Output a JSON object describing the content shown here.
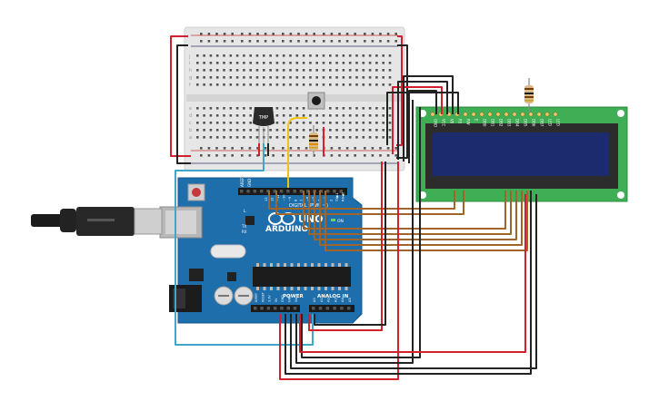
{
  "arduino": {
    "brand": "ARDUINO",
    "model": "UNO",
    "header_digital": "DIGITAL (PWM ~)",
    "header_power": "POWER",
    "header_analog": "ANALOG IN",
    "on_label": "ON",
    "l_label": "L",
    "tx_label": "TX",
    "rx_label": "RX",
    "aref": "AREF",
    "gnd": "GND",
    "digital_pins": [
      "13",
      "12",
      "~11",
      "~10",
      "~9",
      "8",
      "7",
      "~6",
      "~5",
      "4",
      "~3",
      "2",
      "TX▶1",
      "RX◀0"
    ],
    "power_pins": [
      "IOREF",
      "RESET",
      "3.3V",
      "5V",
      "GND",
      "GND",
      "Vin"
    ],
    "analog_pins": [
      "A0",
      "A1",
      "A2",
      "A3",
      "A4",
      "A5"
    ]
  },
  "sensor": {
    "label": "TMP"
  },
  "lcd": {
    "pins": [
      "GND",
      "VCC",
      "V0",
      "RS",
      "RW",
      "E",
      "DB0",
      "DB1",
      "DB2",
      "DB3",
      "DB4",
      "DB5",
      "DB6",
      "DB7",
      "LED",
      "LED"
    ]
  },
  "breadboard": {
    "row_letters_top": [
      "j",
      "i",
      "h",
      "g",
      "f"
    ],
    "row_letters_bottom": [
      "e",
      "d",
      "c",
      "b",
      "a"
    ],
    "columns": 30
  },
  "colors": {
    "arduino_board": "#1f6fae",
    "breadboard": "#e4e4e4",
    "lcd_pcb": "#3fae55",
    "lcd_screen": "#1b2a6b",
    "wire_red": "#d4202c",
    "wire_black": "#222222",
    "wire_brown": "#a0652a",
    "wire_blue": "#3fa7c9",
    "wire_yellow": "#f2c20d"
  }
}
